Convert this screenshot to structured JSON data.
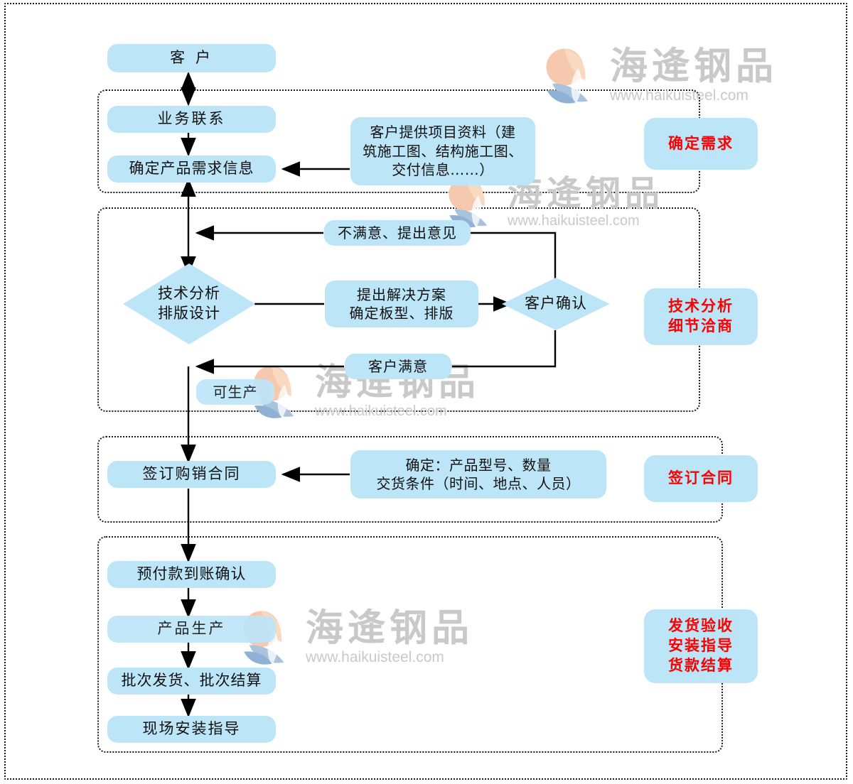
{
  "diagram": {
    "title": "客户服务业务流程图",
    "colors": {
      "node_fill": "#bce5f8",
      "label_text": "#ff0000",
      "line": "#000000",
      "watermark": "#c9c9c9"
    }
  },
  "nodes": {
    "customer": "客  户",
    "business_contact": "业务联系",
    "confirm_requirement_info": "确定产品需求信息",
    "customer_provides_data": "客户提供项目资料（建\n筑施工图、结构施工图、\n交付信息……）",
    "not_satisfied": "不满意、提出意见",
    "tech_analysis": "技术分析\n排版设计",
    "propose_solution": "提出解决方案\n确定板型、排版",
    "customer_confirm": "客户确认",
    "customer_satisfied": "客户满意",
    "producible": "可生产",
    "sign_contract": "签订购销合同",
    "contract_details": "确定：产品型号、数量\n交货条件（时间、地点、人员）",
    "prepayment_confirm": "预付款到账确认",
    "production": "产品生产",
    "batch_ship_settle": "批次发货、批次结算",
    "onsite_install_guide": "现场安装指导"
  },
  "phase_labels": {
    "phase1": "确定需求",
    "phase2": "技术分析\n细节洽商",
    "phase3": "签订合同",
    "phase4": "发货验收\n安装指导\n货款结算"
  },
  "watermarks": [
    {
      "cn": "海逄钢品",
      "url": "www.haikuisteel.com"
    },
    {
      "cn": "海逄钢品",
      "url": "www.haikuisteel.com"
    },
    {
      "cn": "海逄钢品",
      "url": "www.haikuisteel.com"
    },
    {
      "cn": "海逄钢品",
      "url": "www.haikuisteel.com"
    }
  ]
}
